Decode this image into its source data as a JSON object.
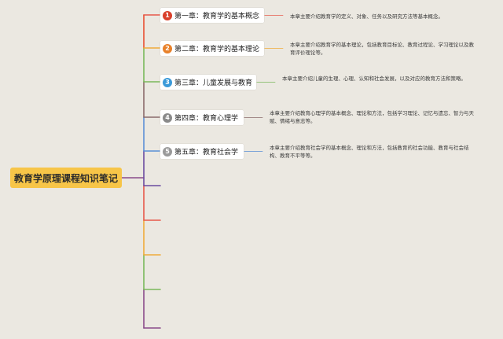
{
  "root": {
    "label": "教育学原理课程知识笔记"
  },
  "chapters": [
    {
      "number": "1",
      "title": "第一章：教育学的基本概念",
      "color": "#d9402b",
      "note": "本章主要介绍教育学的定义、对象、任务以及研究方法等基本概念。"
    },
    {
      "number": "2",
      "title": "第二章：教育学的基本理论",
      "color": "#e8812a",
      "note": "本章主要介绍教育学的基本理论，包括教育目标论、教育过程论、学习理论以及教育评价理论等。"
    },
    {
      "number": "3",
      "title": "第三章：儿童发展与教育",
      "color": "#3b9ad9",
      "note": "本章主要介绍儿童的生理、心理、认知和社会发展，以及对应的教育方法和策略。"
    },
    {
      "number": "4",
      "title": "第四章：教育心理学",
      "color": "#8a8a8a",
      "note": "本章主要介绍教育心理学的基本概念、理论和方法，包括学习理论、记忆与遗忘、智力与天赋、情绪与意志等。"
    },
    {
      "number": "5",
      "title": "第五章：教育社会学",
      "color": "#9a9a9a",
      "note": "本章主要介绍教育社会学的基本概念、理论和方法，包括教育的社会功能、教育与社会结构、教育不平等等。"
    }
  ],
  "branch_colors": [
    "#e8584a",
    "#f0ab3a",
    "#7ab85a",
    "#8a6a6a",
    "#5b8fd6",
    "#6b4aa0",
    "#e8584a",
    "#f0ab3a",
    "#7ab85a",
    "#8a4a8a"
  ],
  "colors": {
    "background": "#ebe8e1",
    "root": "#f7c548",
    "trunk": "#8a4a8a"
  }
}
